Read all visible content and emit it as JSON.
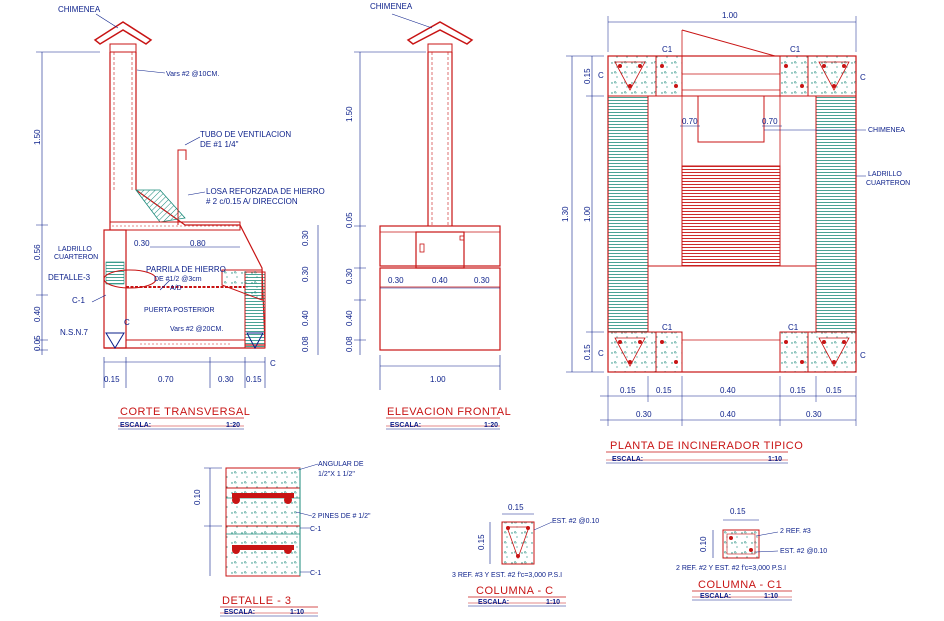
{
  "corte": {
    "chimenea": "CHIMENEA",
    "varas_top": "Vars #2 @10CM.",
    "tubo_1": "TUBO DE VENTILACION",
    "tubo_2": "DE #1 1/4\"",
    "losa_1": "LOSA REFORZADA DE HIERRO",
    "losa_2": "# 2 c/0.15 A/ DIRECCION",
    "ladrillo_1": "LADRILLO",
    "ladrillo_2": "CUARTERON",
    "detalle": "DETALLE-3",
    "parrilla_1": "PARRILA DE HIERRO",
    "parrilla_2": "DE #1/2 @3cm",
    "parrilla_3": "A/D",
    "c1": "C-1",
    "puerta": "PUERTA POSTERIOR",
    "nsn": "N.S.N.7",
    "c_a": "C",
    "c_b": "C",
    "varas_bottom": "Vars #2 @20CM.",
    "d_030": "0.30",
    "d_080": "0.80",
    "v_150": "1.50",
    "v_056": "0.56",
    "v_040": "0.40",
    "v_005": "0.05",
    "r_030a": "0.30",
    "r_030b": "0.30",
    "r_040": "0.40",
    "r_008": "0.08",
    "b_015a": "0.15",
    "b_070": "0.70",
    "b_030": "0.30",
    "b_015b": "0.15",
    "title": "CORTE TRANSVERSAL",
    "escala": "ESCALA:",
    "scale": "1:20"
  },
  "elevacion": {
    "chimenea": "CHIMENEA",
    "v_150": "1.50",
    "v_005": "0.05",
    "v_030": "0.30",
    "v_040": "0.40",
    "v_008": "0.08",
    "d_030a": "0.30",
    "d_040": "0.40",
    "d_030b": "0.30",
    "total": "1.00",
    "title": "ELEVACION FRONTAL",
    "escala": "ESCALA:",
    "scale": "1:20"
  },
  "planta": {
    "top": "1.00",
    "c1_tl": "C1",
    "c1_tr": "C1",
    "c1_bl": "C1",
    "c1_br": "C1",
    "c_tl": "C",
    "c_tr": "C",
    "c_bl": "C",
    "c_br": "C",
    "d_070a": "0.70",
    "d_070b": "0.70",
    "chimenea": "CHIMENEA",
    "ladrillo_1": "LADRILLO",
    "ladrillo_2": "CUARTERON",
    "v_015a": "0.15",
    "v_130": "1.30",
    "v_100": "1.00",
    "v_015b": "0.15",
    "b1": [
      "0.15",
      "0.15",
      "0.40",
      "0.15",
      "0.15"
    ],
    "b2": [
      "0.30",
      "0.40",
      "0.30"
    ],
    "title": "PLANTA DE INCINERADOR TIPICO",
    "escala": "ESCALA:",
    "scale": "1:10"
  },
  "detalle3": {
    "angular_1": "ANGULAR DE",
    "angular_2": "1/2\"X 1 1/2\"",
    "pines": "2 PINES DE # 1/2\"",
    "c1a": "C-1",
    "c1b": "C-1",
    "v_010": "0.10",
    "title": "DETALLE - 3",
    "escala": "ESCALA:",
    "scale": "1:10"
  },
  "columna_c": {
    "d_015": "0.15",
    "v_015": "0.15",
    "est": "EST. #2 @0.10",
    "spec": "3 REF. #3 Y EST. #2 f'c=3,000 P.S.I",
    "title": "COLUMNA - C",
    "escala": "ESCALA:",
    "scale": "1:10"
  },
  "columna_c1": {
    "d_015": "0.15",
    "v_010": "0.10",
    "ref": "2 REF. #3",
    "est": "EST. #2 @0.10",
    "spec": "2 REF. #2 Y EST. #2 f'c=3,000 P.S.I",
    "title": "COLUMNA - C1",
    "escala": "ESCALA:",
    "scale": "1:10"
  }
}
